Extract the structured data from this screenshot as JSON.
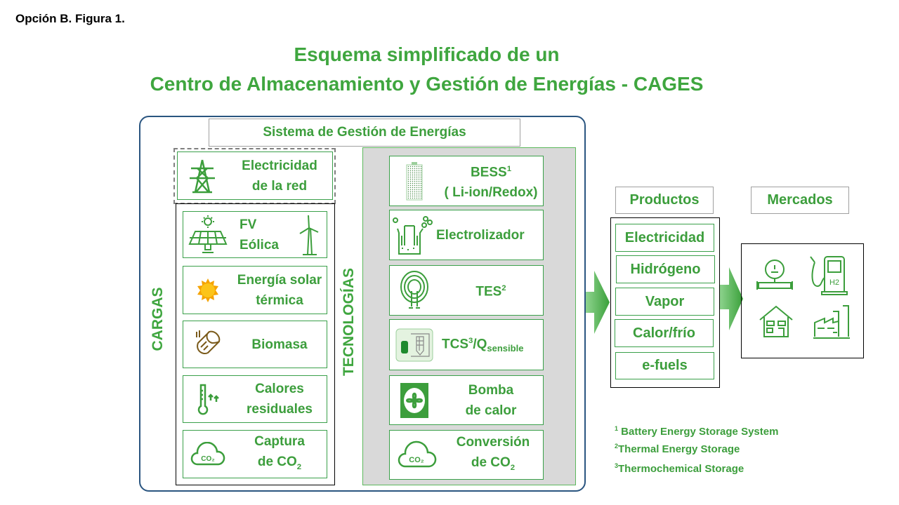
{
  "figure_label": "Opción B. Figura 1.",
  "title": {
    "line1": "Esquema simplificado de un",
    "line2": "Centro de Almacenamiento y Gestión de Energías - CAGES"
  },
  "management_system": "Sistema de Gestión de Energías",
  "grid": {
    "line1": "Electricidad",
    "line2": "de la red"
  },
  "cargas": {
    "label": "CARGAS",
    "items": [
      {
        "line1": "FV",
        "line2": "Eólica",
        "icon": "solar-wind-icon"
      },
      {
        "line1": "Energía solar",
        "line2": "térmica",
        "icon": "sun-icon"
      },
      {
        "line1": "Biomasa",
        "icon": "wood-log-icon"
      },
      {
        "line1": "Calores",
        "line2": "residuales",
        "icon": "thermometer-icon"
      },
      {
        "line1": "Captura",
        "line2": "de CO",
        "sub": "2",
        "icon": "co2-cloud-icon"
      }
    ]
  },
  "tecnologias": {
    "label": "TECNOLOGÍAS",
    "items": [
      {
        "line1": "BESS",
        "sup": "1",
        "line2": "( Li-ion/Redox)",
        "icon": "battery-icon"
      },
      {
        "line1": "Electrolizador",
        "icon": "electrolyzer-icon"
      },
      {
        "line1": "TES",
        "sup": "2",
        "icon": "thermal-storage-icon"
      },
      {
        "line1": "TCS",
        "sup": "3",
        "mid": "/Q",
        "sub": "sensible",
        "icon": "tcs-icon"
      },
      {
        "line1": "Bomba",
        "line2": "de calor",
        "icon": "heat-pump-icon"
      },
      {
        "line1": "Conversión",
        "line2": "de CO",
        "sub": "2",
        "icon": "co2-cloud-icon"
      }
    ]
  },
  "productos": {
    "label": "Productos",
    "items": [
      "Electricidad",
      "Hidrógeno",
      "Vapor",
      "Calor/frío",
      "e-fuels"
    ]
  },
  "mercados": {
    "label": "Mercados",
    "icons": [
      "gas-pipeline-icon",
      "hydrogen-station-icon",
      "house-icon",
      "factory-icon"
    ],
    "h2_label": "H2"
  },
  "footnotes": [
    {
      "num": "1",
      "text": " Battery Energy Storage System"
    },
    {
      "num": "2",
      "text": "Thermal Energy Storage"
    },
    {
      "num": "3",
      "text": "Thermochemical Storage"
    }
  ],
  "colors": {
    "green": "#3c9e3c",
    "frame": "#2a5580",
    "tech_bg": "#d9d9d9"
  }
}
